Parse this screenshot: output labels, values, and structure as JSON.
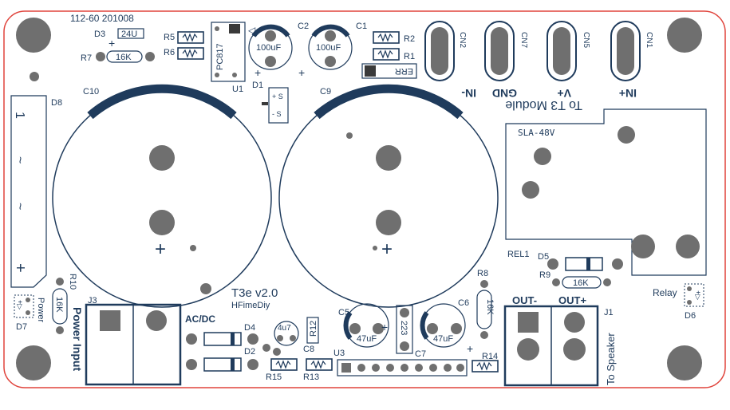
{
  "board": {
    "title": "T3e v2.0",
    "author": "HFimeDiy",
    "code": "112-60  201008",
    "colors": {
      "edge": "#e0443c",
      "silk": "#1f3b5c",
      "pad": "#6f6f6f",
      "background": "#ffffff"
    }
  },
  "labels": {
    "d3": "D3",
    "d3_value": "24U",
    "r7": "R7",
    "r7_value": "16K",
    "r5": "R5",
    "r6": "R6",
    "pc817": "PC817",
    "u1": "U1",
    "c2": "C2",
    "c2_value": "100uF",
    "c1": "C1",
    "c1_value": "100uF",
    "r2": "R2",
    "r1": "R1",
    "err": "ERR",
    "d1": "D1",
    "d1_mark_top": "+ S",
    "d1_mark_bottom": "- S",
    "c10": "C10",
    "c9": "C9",
    "d8": "D8",
    "d8_marks": [
      "1",
      "~",
      "~",
      "+"
    ],
    "plus": "+",
    "cn2": "CN2",
    "cn2_label": "IN-",
    "cn7": "CN7",
    "cn7_label": "GND",
    "cn5": "CN5",
    "cn5_label": "V+",
    "cn1": "CN1",
    "cn1_label": "IN+",
    "module": "To T3 Module",
    "sla": "SLA-48V",
    "rel1": "REL1",
    "d5": "D5",
    "r9": "R9",
    "r9_value": "16K",
    "relay": "Relay",
    "d6": "D6",
    "r8": "R8",
    "r8_value": "16K",
    "out_minus": "OUT-",
    "out_plus": "OUT+",
    "j1": "J1",
    "to_speaker": "To Speaker",
    "j3": "J3",
    "power_input": "Power Input",
    "acdc": "AC/DC",
    "r10": "R10",
    "r10_value": "16K",
    "d7": "D7",
    "power": "Power",
    "d4": "D4",
    "d2": "D2",
    "r15": "R15",
    "r13": "R13",
    "c8": "C8",
    "c8_value": "4u7",
    "r12": "R12",
    "u3": "U3",
    "c5": "C5",
    "c5_value": "47uF",
    "c7": "C7",
    "c7_value": "223",
    "c6": "C6",
    "c6_value": "47uF",
    "r14": "R14"
  }
}
